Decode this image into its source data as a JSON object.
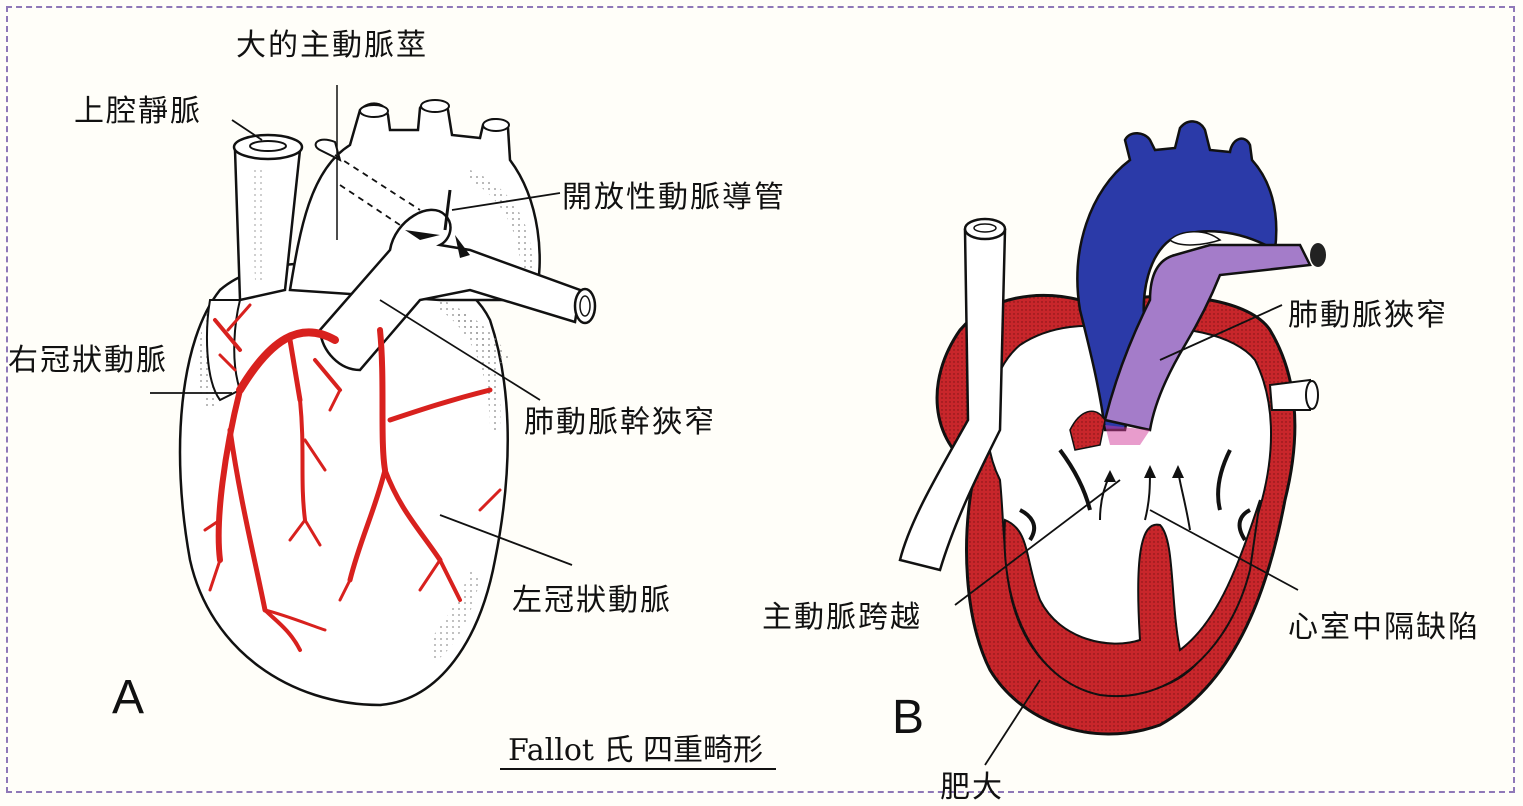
{
  "labels": {
    "aorta": "大的主動脈莖",
    "svc": "上腔靜脈",
    "pda": "開放性動脈導管",
    "rca": "右冠狀動脈",
    "pts": "肺動脈幹狹窄",
    "lca": "左冠狀動脈",
    "psten": "肺動脈狹窄",
    "override": "主動脈跨越",
    "vsd": "心室中隔缺陷",
    "hyper": "肥大"
  },
  "panels": {
    "a": "A",
    "b": "B"
  },
  "caption": "Fallot 氏 四重畸形",
  "colors": {
    "border": "#8f78b8",
    "artery": "#d8211e",
    "aorta": "#2b3aa8",
    "pulmonary": "#a47cc9",
    "muscle": "#c8262b"
  }
}
